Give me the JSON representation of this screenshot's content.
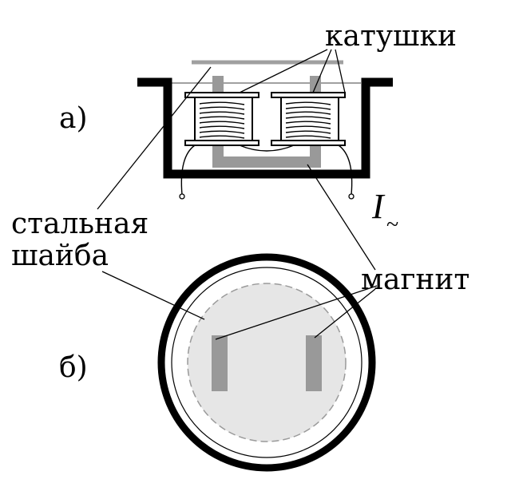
{
  "labels": {
    "coils": "катушки",
    "part_a": "а)",
    "part_b": "б)",
    "steel_washer_line1": "стальная",
    "steel_washer_line2": "шайба",
    "magnet": "магнит",
    "current_symbol": "I",
    "current_subscript": "~"
  },
  "colors": {
    "stroke": "#000000",
    "magnet_gray": "#999999",
    "washer_fill": "#e6e6e6",
    "washer_dash": "#9a9a9a",
    "plate_gray": "#a0a0a0"
  }
}
